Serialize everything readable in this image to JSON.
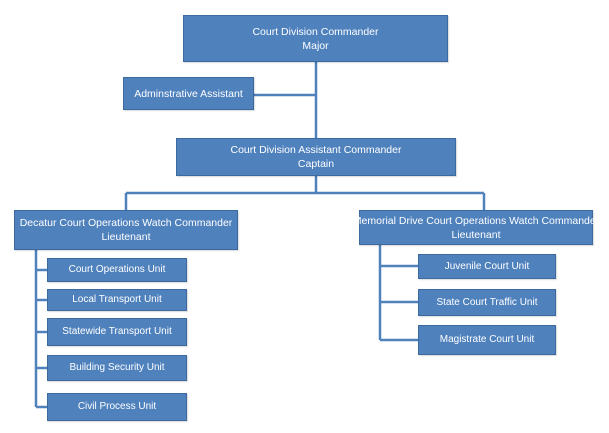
{
  "org_chart": {
    "top": {
      "title": "Court Division Commander",
      "rank": "Major"
    },
    "assistant": {
      "title": "Adminstrative Assistant"
    },
    "deputy": {
      "title": "Court Division Assistant Commander",
      "rank": "Captain"
    },
    "left_branch": {
      "title": "Decatur Court Operations Watch Commander",
      "rank": "Lieutenant",
      "units": [
        "Court Operations Unit",
        "Local Transport Unit",
        "Statewide Transport Unit",
        "Building Security Unit",
        "Civil Process Unit"
      ]
    },
    "right_branch": {
      "title": "Memorial Drive Court Operations Watch Commander",
      "rank": "Lieutenant",
      "units": [
        "Juvenile Court Unit",
        "State Court Traffic Unit",
        "Magistrate Court Unit"
      ]
    }
  },
  "colors": {
    "box_fill": "#4f81bd",
    "box_border": "#3d6a9e",
    "connector": "#4f81bd",
    "text": "#ffffff"
  }
}
